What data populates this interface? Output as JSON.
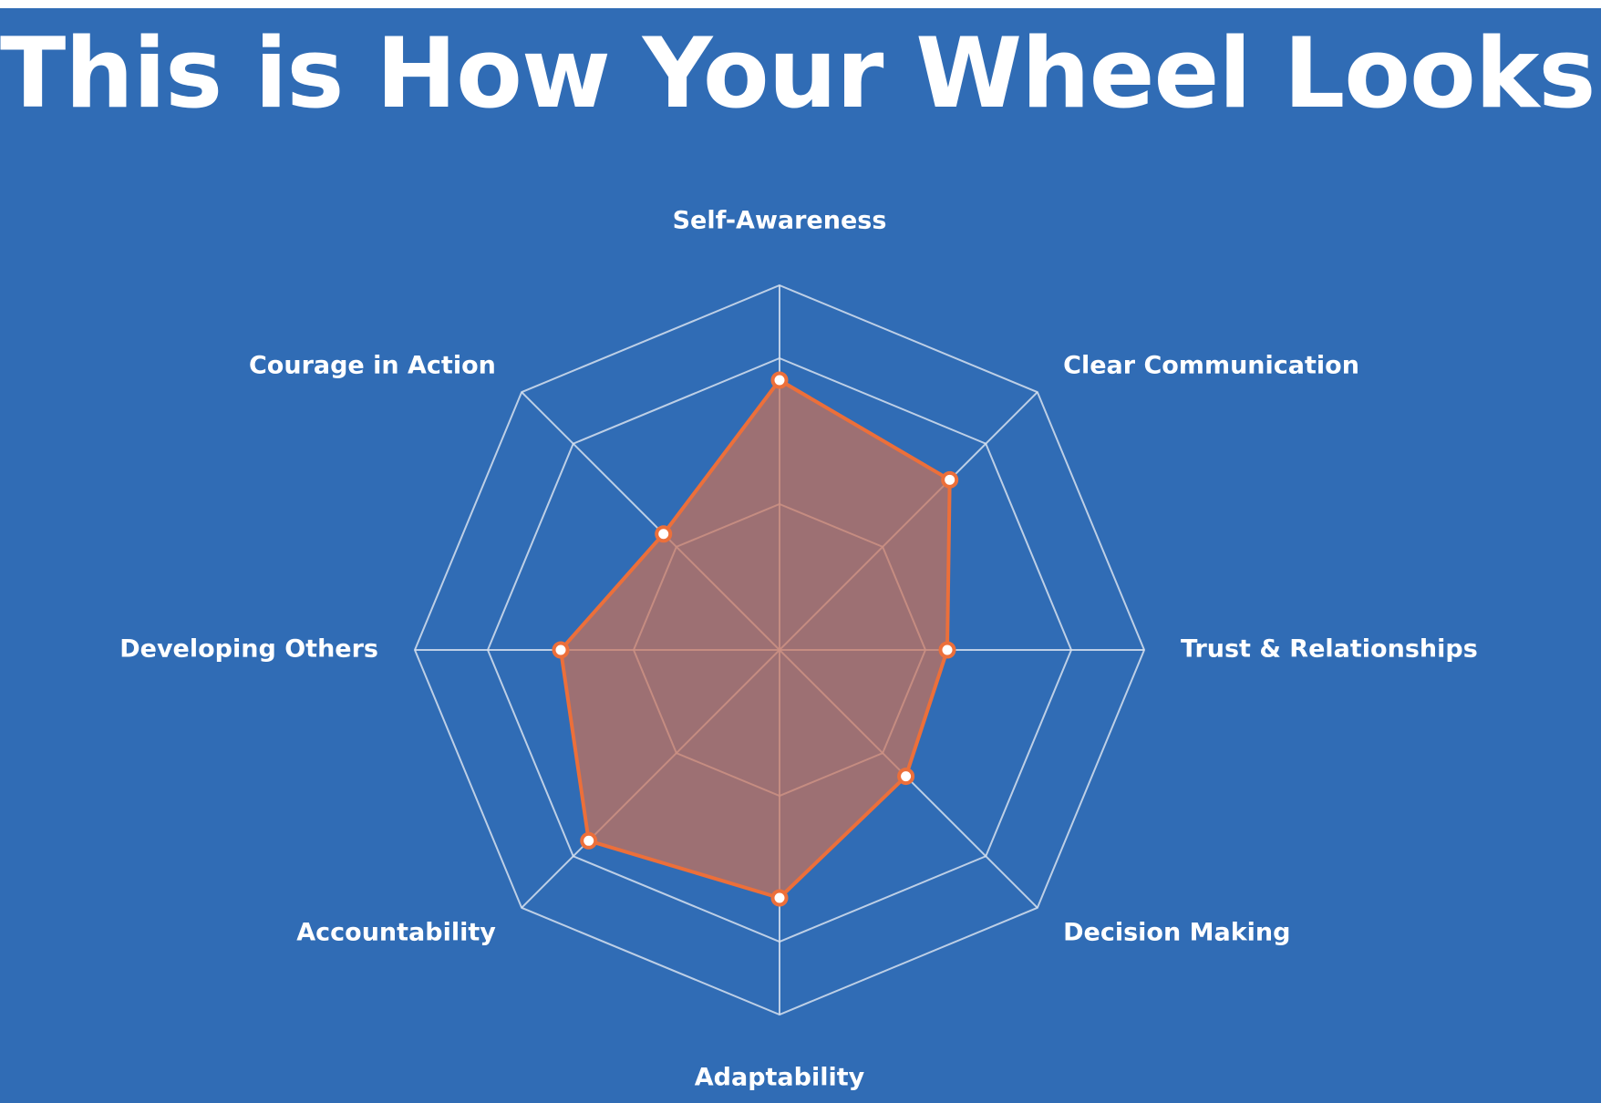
{
  "title": "This is How Your Wheel Looks",
  "chart_data": {
    "type": "radar",
    "axes": [
      "Self-Awareness",
      "Clear Communication",
      "Trust & Relationships",
      "Decision Making",
      "Adaptability",
      "Accountability",
      "Developing Others",
      "Courage in Action"
    ],
    "series": [
      {
        "values": [
          7.4,
          6.6,
          4.6,
          4.9,
          6.8,
          7.4,
          6.0,
          4.5
        ]
      }
    ],
    "scale_max": 10,
    "grid_levels": [
      4,
      8,
      10
    ],
    "grid": true,
    "colors": {
      "background": "#306cb5",
      "grid": "#d6e0ee",
      "series_line": "#ec6f3a",
      "series_fill": "#c7725a",
      "marker_fill": "#ffffff",
      "text": "#ffffff"
    }
  }
}
